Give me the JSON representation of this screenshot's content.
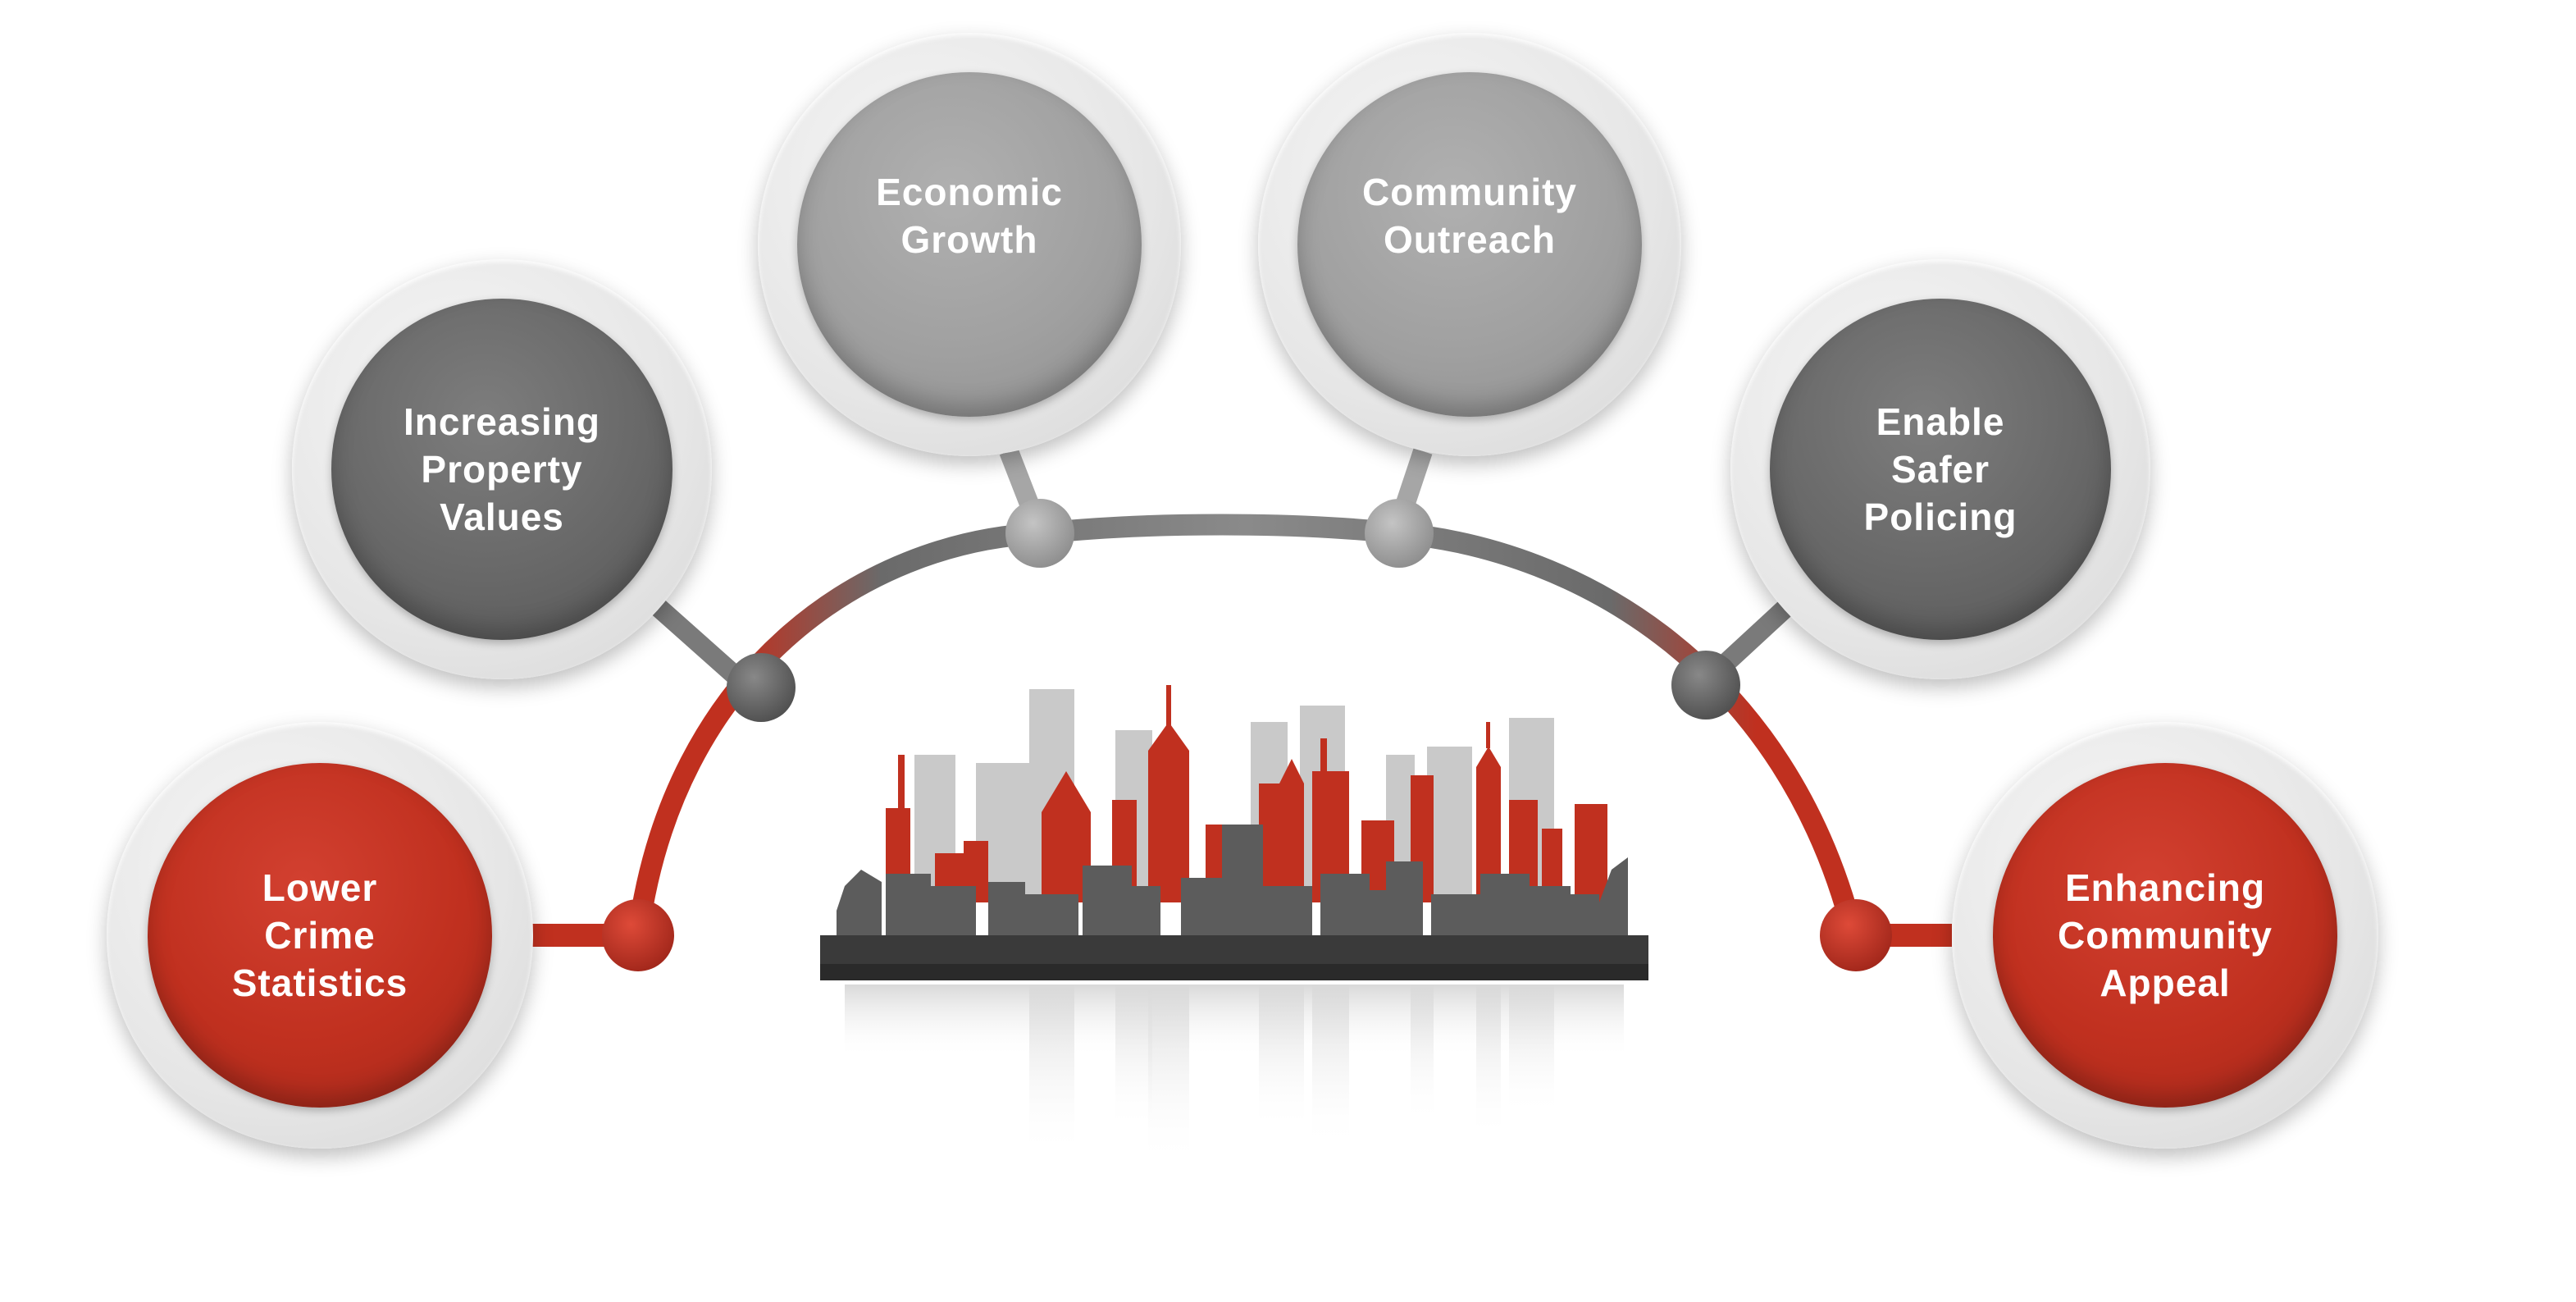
{
  "diagram": {
    "nodes": [
      {
        "id": "lower-crime",
        "lines": [
          "Lower",
          "Crime",
          "Statistics"
        ],
        "color": "#c0301f"
      },
      {
        "id": "property-values",
        "lines": [
          "Increasing",
          "Property",
          "Values"
        ],
        "color": "#686868"
      },
      {
        "id": "economic-growth",
        "lines": [
          "Economic",
          "Growth"
        ],
        "color": "#a0a0a0"
      },
      {
        "id": "community-outreach",
        "lines": [
          "Community",
          "Outreach"
        ],
        "color": "#a0a0a0"
      },
      {
        "id": "safer-policing",
        "lines": [
          "Enable",
          "Safer",
          "Policing"
        ],
        "color": "#686868"
      },
      {
        "id": "community-appeal",
        "lines": [
          "Enhancing",
          "Community",
          "Appeal"
        ],
        "color": "#c0301f"
      }
    ],
    "colors": {
      "accent_red": "#c0301f",
      "dark_gray": "#686868",
      "light_gray": "#a0a0a0",
      "skyline_dark": "#3a3a3a",
      "skyline_mid": "#5a5a5a",
      "skyline_light": "#c8c8c8"
    },
    "icons": [
      "city-skyline-icon"
    ]
  }
}
